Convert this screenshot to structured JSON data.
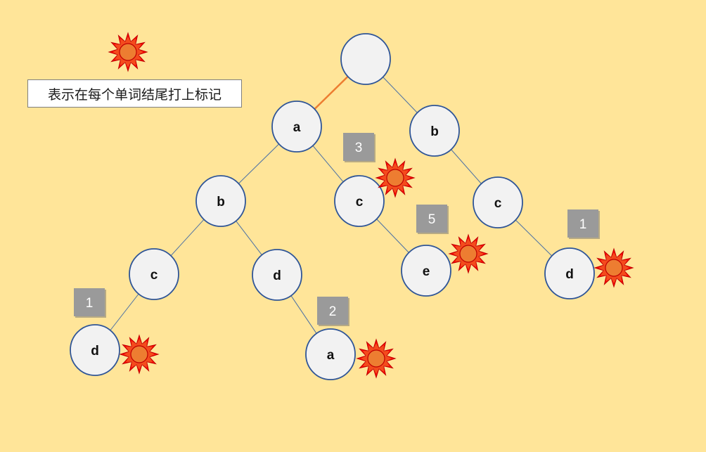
{
  "legend": {
    "text": "表示在每个单词结尾打上标记",
    "icon": "sun-marker-icon"
  },
  "colors": {
    "background": "#FFE599",
    "node_fill": "#F2F2F2",
    "node_stroke": "#2F5597",
    "edge": "#4A6FA5",
    "highlight_edge": "#ED7D31",
    "marker_outer": "#FF0000",
    "marker_inner": "#ED7D31",
    "count_box": "#9A9A9A"
  },
  "tree": {
    "nodes": [
      {
        "id": "root",
        "label": ""
      },
      {
        "id": "n_a",
        "label": "a"
      },
      {
        "id": "n_b",
        "label": "b"
      },
      {
        "id": "n_ab",
        "label": "b"
      },
      {
        "id": "n_ac",
        "label": "c"
      },
      {
        "id": "n_bc",
        "label": "c"
      },
      {
        "id": "n_abc",
        "label": "c"
      },
      {
        "id": "n_abd",
        "label": "d"
      },
      {
        "id": "n_ace",
        "label": "e"
      },
      {
        "id": "n_bcd",
        "label": "d"
      },
      {
        "id": "n_abcd",
        "label": "d"
      },
      {
        "id": "n_abda",
        "label": "a"
      }
    ],
    "edges": [
      {
        "from": "root",
        "to": "n_a",
        "highlight": true
      },
      {
        "from": "root",
        "to": "n_b",
        "highlight": false
      },
      {
        "from": "n_a",
        "to": "n_ab",
        "highlight": false
      },
      {
        "from": "n_a",
        "to": "n_ac",
        "highlight": false
      },
      {
        "from": "n_b",
        "to": "n_bc",
        "highlight": false
      },
      {
        "from": "n_ab",
        "to": "n_abc",
        "highlight": false
      },
      {
        "from": "n_ab",
        "to": "n_abd",
        "highlight": false
      },
      {
        "from": "n_ac",
        "to": "n_ace",
        "highlight": false
      },
      {
        "from": "n_bc",
        "to": "n_bcd",
        "highlight": false
      },
      {
        "from": "n_abc",
        "to": "n_abcd",
        "highlight": false
      },
      {
        "from": "n_abd",
        "to": "n_abda",
        "highlight": false
      }
    ],
    "word_ends": [
      {
        "node": "n_ac",
        "count": "3"
      },
      {
        "node": "n_ace",
        "count": "5"
      },
      {
        "node": "n_bcd",
        "count": "1"
      },
      {
        "node": "n_abcd",
        "count": "1"
      },
      {
        "node": "n_abda",
        "count": "2"
      }
    ]
  }
}
